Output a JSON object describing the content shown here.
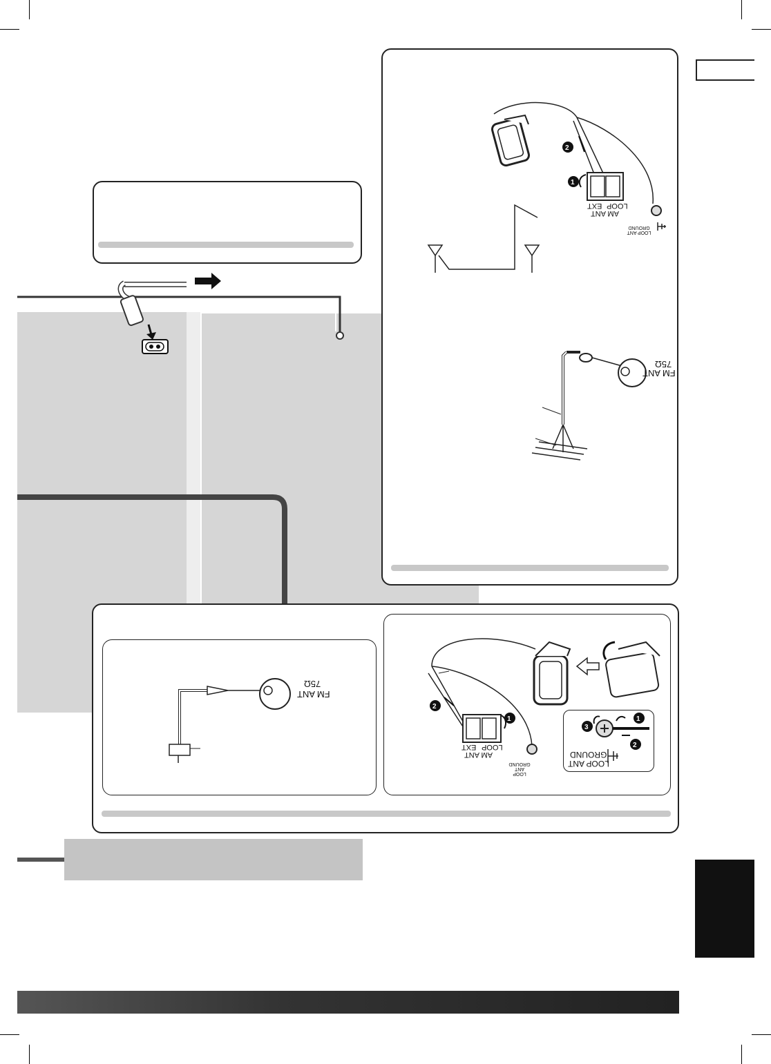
{
  "antenna_panel": {
    "am_ant_label": "AM ANT",
    "loop_label": "LOOP",
    "ext_label": "EXT",
    "loop_ant_ground_label": "LOOP ANT GROUND",
    "fm_ant_label": "FM ANT",
    "fm_ohm_label": "75Ω"
  },
  "bottom_left_panel": {
    "fm_ant_label": "FM ANT",
    "fm_ohm_label": "75Ω"
  },
  "bottom_right_panel": {
    "am_ant_label": "AM ANT",
    "loop_label": "LOOP",
    "ext_label": "EXT",
    "ground_label": "LOOP ANT GROUND",
    "detail_loop_ant_label": "LOOP ANT",
    "detail_ground_label": "GROUND"
  },
  "markers": [
    "1",
    "2",
    "3"
  ],
  "icons": [
    "outlet-icon",
    "arrow-right-icon",
    "arrow-left-icon",
    "ground-icon",
    "screw-icon"
  ],
  "colors": {
    "panel_grey": "#d6d6d6",
    "dark_line": "#444444",
    "black_tab": "#111111"
  }
}
